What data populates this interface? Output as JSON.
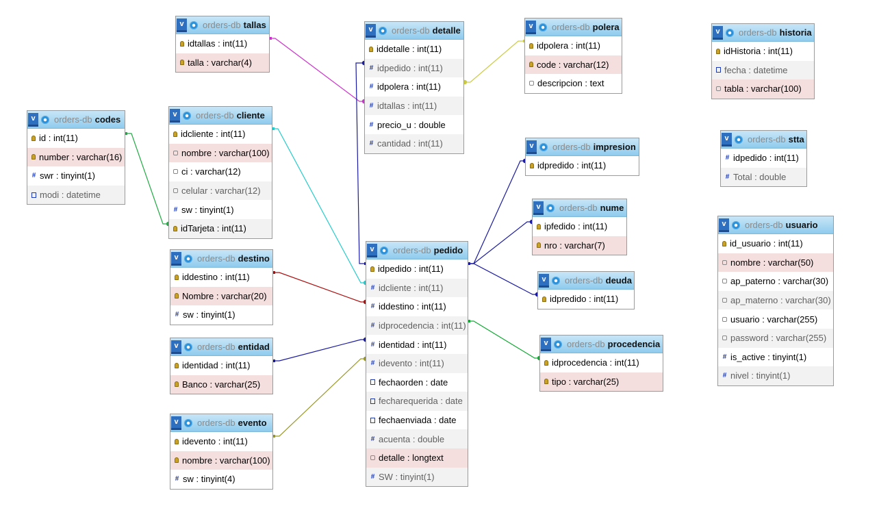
{
  "db_name": "orders-db",
  "toggle_glyph": "v",
  "colors": {
    "header_top": "#c8e6f7",
    "header_bottom": "#8fcbed",
    "string_row": "#f5dede",
    "alt_row": "#f2f2f2",
    "link_tallas": "#cc33cc",
    "link_polera": "#cccc44",
    "link_codes": "#22aa44",
    "link_cliente": "#22cccc",
    "link_destino": "#aa1111",
    "link_entidad": "#1a1aa0",
    "link_evento": "#999922",
    "link_detalle_pedido": "#1a1aa0",
    "link_impresion": "#1a1aa0",
    "link_nume": "#1a1aa0",
    "link_deuda": "#1a1aa0",
    "link_procedencia": "#11aa33"
  },
  "tables": [
    {
      "id": "tallas",
      "name": "tallas",
      "columns": [
        {
          "icon": "key",
          "label": "idtallas : int(11)",
          "style": "plain"
        },
        {
          "icon": "key",
          "label": "talla : varchar(4)",
          "style": "str"
        }
      ]
    },
    {
      "id": "detalle",
      "name": "detalle",
      "columns": [
        {
          "icon": "key",
          "label": "iddetalle : int(11)",
          "style": "plain"
        },
        {
          "icon": "num",
          "label": "idpedido : int(11)",
          "style": "alt"
        },
        {
          "icon": "num",
          "label": "idpolera : int(11)",
          "style": "plain"
        },
        {
          "icon": "num",
          "label": "idtallas : int(11)",
          "style": "alt"
        },
        {
          "icon": "num",
          "label": "precio_u : double",
          "style": "plain"
        },
        {
          "icon": "num",
          "label": "cantidad : int(11)",
          "style": "alt"
        }
      ]
    },
    {
      "id": "polera",
      "name": "polera",
      "columns": [
        {
          "icon": "key",
          "label": "idpolera : int(11)",
          "style": "plain"
        },
        {
          "icon": "key",
          "label": "code : varchar(12)",
          "style": "str"
        },
        {
          "icon": "text",
          "label": "descripcion : text",
          "style": "plain"
        }
      ]
    },
    {
      "id": "historia",
      "name": "historia",
      "columns": [
        {
          "icon": "key",
          "label": "idHistoria : int(11)",
          "style": "plain"
        },
        {
          "icon": "date",
          "label": "fecha : datetime",
          "style": "alt"
        },
        {
          "icon": "text",
          "label": "tabla : varchar(100)",
          "style": "str"
        }
      ]
    },
    {
      "id": "codes",
      "name": "codes",
      "columns": [
        {
          "icon": "key",
          "label": "id : int(11)",
          "style": "plain"
        },
        {
          "icon": "key",
          "label": "number : varchar(16)",
          "style": "str"
        },
        {
          "icon": "num",
          "label": "swr : tinyint(1)",
          "style": "plain"
        },
        {
          "icon": "date",
          "label": "modi : datetime",
          "style": "alt"
        }
      ]
    },
    {
      "id": "cliente",
      "name": "cliente",
      "columns": [
        {
          "icon": "key",
          "label": "idcliente : int(11)",
          "style": "plain"
        },
        {
          "icon": "text",
          "label": "nombre : varchar(100)",
          "style": "str"
        },
        {
          "icon": "text",
          "label": "ci : varchar(12)",
          "style": "plain"
        },
        {
          "icon": "text",
          "label": "celular : varchar(12)",
          "style": "alt"
        },
        {
          "icon": "num",
          "label": "sw : tinyint(1)",
          "style": "plain"
        },
        {
          "icon": "key",
          "label": "idTarjeta : int(11)",
          "style": "alt"
        }
      ]
    },
    {
      "id": "impresion",
      "name": "impresion",
      "columns": [
        {
          "icon": "key",
          "label": "idpredido : int(11)",
          "style": "plain"
        }
      ]
    },
    {
      "id": "stta",
      "name": "stta",
      "columns": [
        {
          "icon": "num",
          "label": "idpedido : int(11)",
          "style": "plain"
        },
        {
          "icon": "num",
          "label": "Total : double",
          "style": "alt"
        }
      ]
    },
    {
      "id": "nume",
      "name": "nume",
      "columns": [
        {
          "icon": "key",
          "label": "ipfedido : int(11)",
          "style": "plain"
        },
        {
          "icon": "key",
          "label": "nro : varchar(7)",
          "style": "str"
        }
      ]
    },
    {
      "id": "usuario",
      "name": "usuario",
      "columns": [
        {
          "icon": "key",
          "label": "id_usuario : int(11)",
          "style": "plain"
        },
        {
          "icon": "text",
          "label": "nombre : varchar(50)",
          "style": "str"
        },
        {
          "icon": "text",
          "label": "ap_paterno : varchar(30)",
          "style": "plain"
        },
        {
          "icon": "text",
          "label": "ap_materno : varchar(30)",
          "style": "alt"
        },
        {
          "icon": "text",
          "label": "usuario : varchar(255)",
          "style": "plain"
        },
        {
          "icon": "text",
          "label": "password : varchar(255)",
          "style": "alt"
        },
        {
          "icon": "num",
          "label": "is_active : tinyint(1)",
          "style": "plain"
        },
        {
          "icon": "num",
          "label": "nivel : tinyint(1)",
          "style": "alt"
        }
      ]
    },
    {
      "id": "destino",
      "name": "destino",
      "columns": [
        {
          "icon": "key",
          "label": "iddestino : int(11)",
          "style": "plain"
        },
        {
          "icon": "key",
          "label": "Nombre : varchar(20)",
          "style": "str"
        },
        {
          "icon": "num",
          "label": "sw : tinyint(1)",
          "style": "plain"
        }
      ]
    },
    {
      "id": "pedido",
      "name": "pedido",
      "columns": [
        {
          "icon": "key",
          "label": "idpedido : int(11)",
          "style": "plain"
        },
        {
          "icon": "num",
          "label": "idcliente : int(11)",
          "style": "alt"
        },
        {
          "icon": "num",
          "label": "iddestino : int(11)",
          "style": "plain"
        },
        {
          "icon": "num",
          "label": "idprocedencia : int(11)",
          "style": "alt"
        },
        {
          "icon": "num",
          "label": "identidad : int(11)",
          "style": "plain"
        },
        {
          "icon": "num",
          "label": "idevento : int(11)",
          "style": "alt"
        },
        {
          "icon": "date",
          "label": "fechaorden : date",
          "style": "plain"
        },
        {
          "icon": "date",
          "label": "fecharequerida : date",
          "style": "alt"
        },
        {
          "icon": "date",
          "label": "fechaenviada : date",
          "style": "plain"
        },
        {
          "icon": "num",
          "label": "acuenta : double",
          "style": "alt"
        },
        {
          "icon": "text",
          "label": "detalle : longtext",
          "style": "str"
        },
        {
          "icon": "num",
          "label": "SW : tinyint(1)",
          "style": "alt"
        }
      ]
    },
    {
      "id": "deuda",
      "name": "deuda",
      "columns": [
        {
          "icon": "key",
          "label": "idpredido : int(11)",
          "style": "plain"
        }
      ]
    },
    {
      "id": "entidad",
      "name": "entidad",
      "columns": [
        {
          "icon": "key",
          "label": "identidad : int(11)",
          "style": "plain"
        },
        {
          "icon": "key",
          "label": "Banco : varchar(25)",
          "style": "str"
        }
      ]
    },
    {
      "id": "procedencia",
      "name": "procedencia",
      "columns": [
        {
          "icon": "key",
          "label": "idprocedencia : int(11)",
          "style": "plain"
        },
        {
          "icon": "key",
          "label": "tipo : varchar(25)",
          "style": "str"
        }
      ]
    },
    {
      "id": "evento",
      "name": "evento",
      "columns": [
        {
          "icon": "key",
          "label": "idevento : int(11)",
          "style": "plain"
        },
        {
          "icon": "key",
          "label": "nombre : varchar(100)",
          "style": "str"
        },
        {
          "icon": "num",
          "label": "sw : tinyint(4)",
          "style": "plain"
        }
      ]
    }
  ]
}
